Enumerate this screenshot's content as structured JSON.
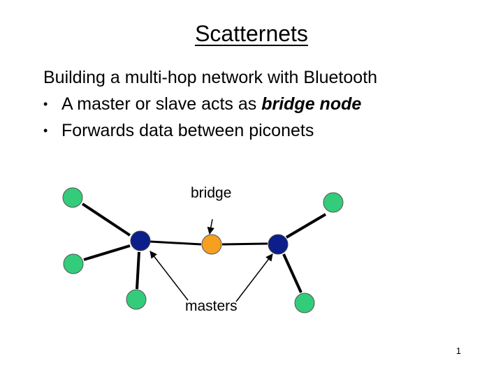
{
  "slide": {
    "title": "Scatternets",
    "intro": "Building a multi-hop network with Bluetooth",
    "bullets": [
      {
        "prefix": "A master or slave acts as ",
        "emphasis": "bridge node"
      },
      {
        "prefix": "Forwards data between piconets",
        "emphasis": ""
      }
    ],
    "page_number": "1"
  },
  "diagram": {
    "labels": {
      "bridge": "bridge",
      "masters": "masters"
    },
    "colors": {
      "slave": "#33cc7a",
      "master": "#0b1e8c",
      "bridge": "#f5a020",
      "edge": "#000000",
      "node_outline": "#555555"
    }
  }
}
